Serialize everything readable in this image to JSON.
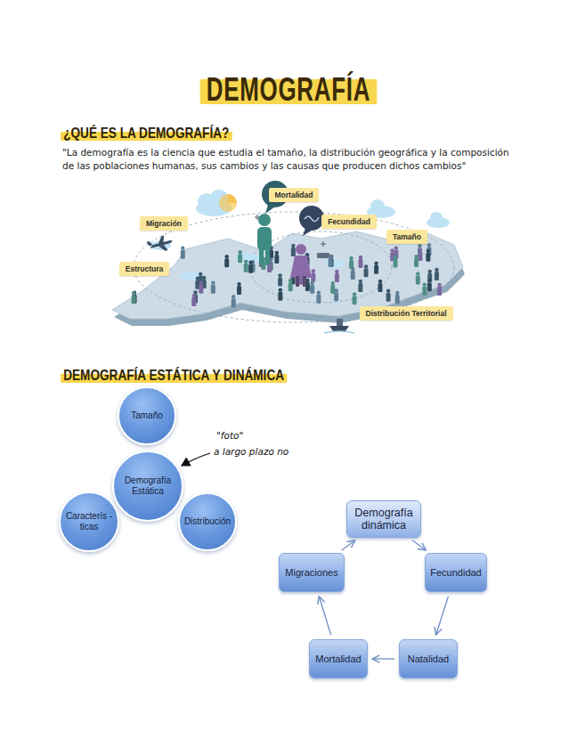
{
  "diagram": {
    "title": "DEMOGRAFÍA",
    "nodes": [
      {
        "text": [
          "Mortalidad"
        ]
      },
      {
        "text": [
          "Fecundidad"
        ]
      },
      {
        "text": [
          "Migración"
        ]
      },
      {
        "text": [
          "Tamaño"
        ]
      },
      {
        "text": [
          "Estructura"
        ]
      },
      {
        "text": [
          "Distribución Territorial"
        ]
      },
      {
        "text": [
          "Tamaño"
        ]
      },
      {
        "text": [
          "Demografía Estática"
        ]
      },
      {
        "text": [
          "Caracterís -ticas"
        ]
      },
      {
        "text": [
          "Distribución"
        ]
      },
      {
        "text": [
          "Demografía dinámica"
        ]
      },
      {
        "text": [
          "Migraciones"
        ]
      },
      {
        "text": [
          "Fecundidad"
        ]
      },
      {
        "text": [
          "Mortalidad"
        ]
      },
      {
        "text": [
          "Natalidad"
        ]
      }
    ],
    "edges": [
      {
        "from": 10,
        "to": 12,
        "arrow": "to"
      },
      {
        "from": 12,
        "to": 14,
        "arrow": "to"
      },
      {
        "from": 14,
        "to": 13,
        "arrow": "to"
      },
      {
        "from": 13,
        "to": 11,
        "arrow": "to"
      },
      {
        "from": 11,
        "to": 10,
        "arrow": "to"
      }
    ],
    "labels": [
      "¿QUÉ ES LA DEMOGRAFÍA?",
      "\"La demografía es la ciencia que estudia el tamaño, la distribución geográfica y la composición de las poblaciones humanas, sus cambios y las causas que producen dichos cambios\"",
      "DEMOGRAFÍA ESTÁTICA Y DINÁMICA",
      "\"foto\"",
      "a largo plazo no"
    ]
  }
}
